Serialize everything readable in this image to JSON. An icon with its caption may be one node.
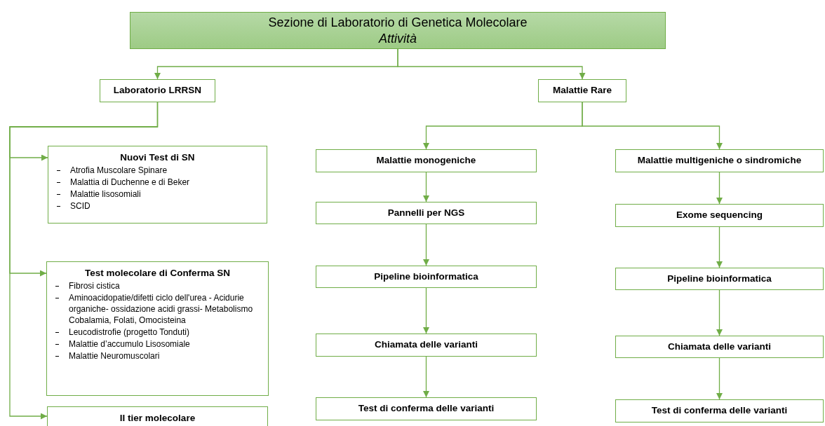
{
  "diagram": {
    "nodes": [
      {
        "text": [
          "Sezione di Laboratorio di Genetica Molecolare",
          "Attività"
        ]
      },
      {
        "text": [
          "Laboratorio LRRSN"
        ]
      },
      {
        "text": [
          "Malattie Rare"
        ]
      },
      {
        "text": [
          "Nuovi Test di SN",
          "Atrofia Muscolare Spinare",
          "Malattia di Duchenne e di Beker",
          "Malattie lisosomiali",
          "SCID"
        ]
      },
      {
        "text": [
          "Test molecolare di Conferma SN",
          "Fibrosi cistica",
          "Aminoacidopatie/difetti ciclo dell'urea - Acidurie organiche- ossidazione acidi grassi- Metabolismo Cobalamia, Folati, Omocisteina",
          "Leucodistrofie (progetto Tonduti)",
          "Malattie d’accumulo Lisosomiale",
          "Malattie Neuromuscolari"
        ]
      },
      {
        "text": [
          "II tier molecolare"
        ]
      },
      {
        "text": [
          "Malattie monogeniche"
        ]
      },
      {
        "text": [
          "Pannelli per NGS"
        ]
      },
      {
        "text": [
          "Pipeline bioinformatica"
        ]
      },
      {
        "text": [
          "Chiamata delle varianti"
        ]
      },
      {
        "text": [
          "Test di conferma delle varianti"
        ]
      },
      {
        "text": [
          "Malattie multigeniche o sindromiche"
        ]
      },
      {
        "text": [
          "Exome sequencing"
        ]
      },
      {
        "text": [
          "Pipeline bioinformatica"
        ]
      },
      {
        "text": [
          "Chiamata delle varianti"
        ]
      },
      {
        "text": [
          "Test di conferma delle varianti"
        ]
      }
    ],
    "edges": [
      {
        "from": 0,
        "to": 1,
        "arrow": "to"
      },
      {
        "from": 0,
        "to": 2,
        "arrow": "to"
      },
      {
        "from": 1,
        "to": 3,
        "arrow": "to"
      },
      {
        "from": 1,
        "to": 4,
        "arrow": "to"
      },
      {
        "from": 1,
        "to": 5,
        "arrow": "to"
      },
      {
        "from": 2,
        "to": 6,
        "arrow": "to"
      },
      {
        "from": 2,
        "to": 11,
        "arrow": "to"
      },
      {
        "from": 6,
        "to": 7,
        "arrow": "to"
      },
      {
        "from": 7,
        "to": 8,
        "arrow": "to"
      },
      {
        "from": 8,
        "to": 9,
        "arrow": "to"
      },
      {
        "from": 9,
        "to": 10,
        "arrow": "to"
      },
      {
        "from": 11,
        "to": 12,
        "arrow": "to"
      },
      {
        "from": 12,
        "to": 13,
        "arrow": "to"
      },
      {
        "from": 13,
        "to": 14,
        "arrow": "to"
      },
      {
        "from": 14,
        "to": 15,
        "arrow": "to"
      }
    ]
  }
}
